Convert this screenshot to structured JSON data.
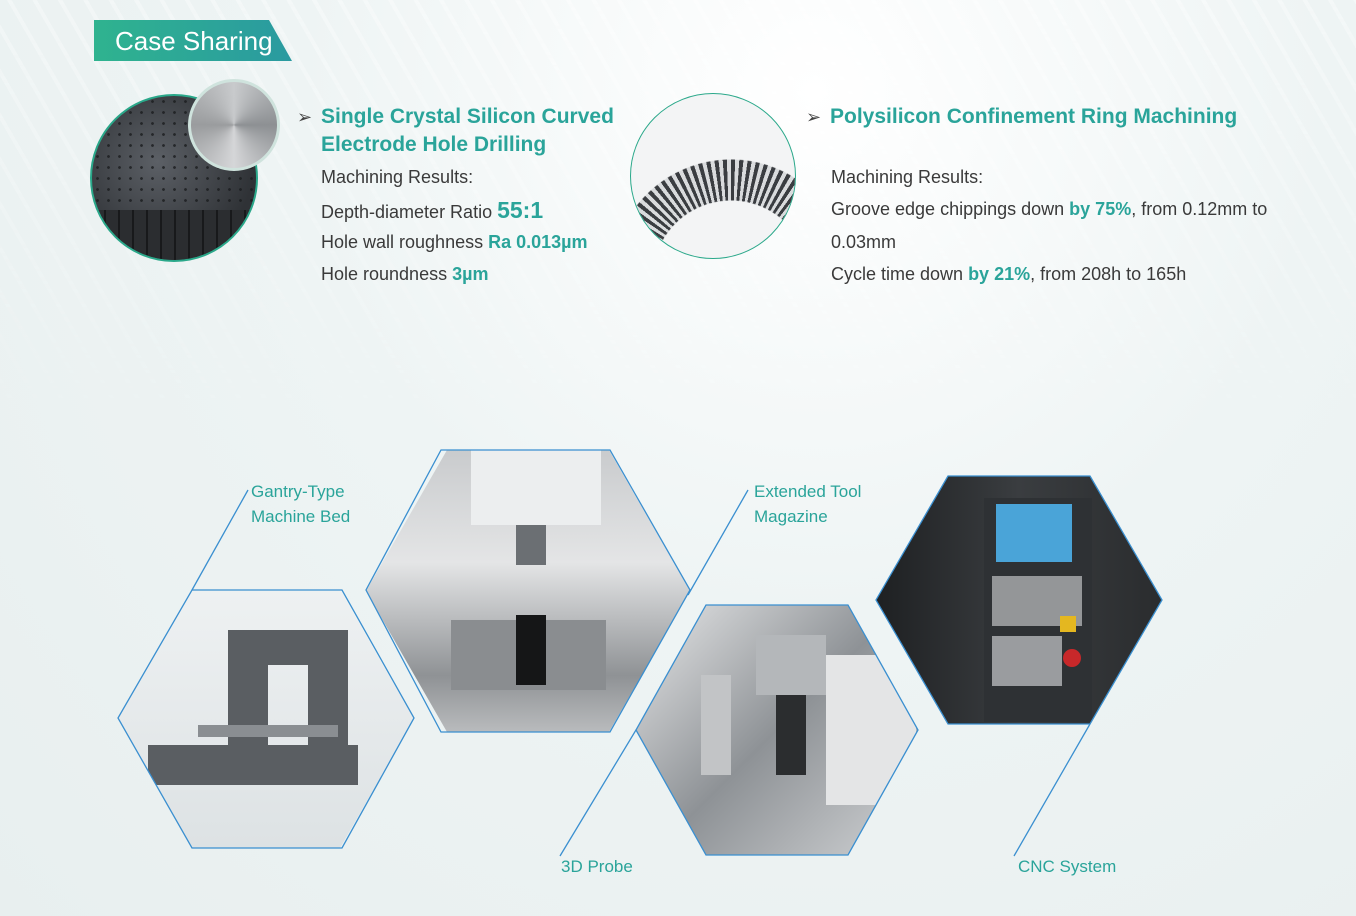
{
  "header": {
    "badge": "Case Sharing"
  },
  "cases": [
    {
      "title_line1": "Single Crystal Silicon Curved",
      "title_line2": "Electrode Hole Drilling",
      "results_label": "Machining Results:",
      "r1_text": "Depth-diameter Ratio ",
      "r1_value": "55:1",
      "r2_text": "Hole wall roughness ",
      "r2_value": "Ra 0.013µm",
      "r3_text": "Hole roundness ",
      "r3_value": "3µm"
    },
    {
      "title": "Polysilicon Confinement Ring Machining",
      "results_label": "Machining Results:",
      "r1_text": "Groove edge chippings down ",
      "r1_value": "by 75%",
      "r1_rest": ", from 0.12mm to",
      "r1_cont": "0.03mm",
      "r2_text": "Cycle time down ",
      "r2_value": "by 21%",
      "r2_rest": ", from 208h to 165h"
    }
  ],
  "features": {
    "gantry_1": "Gantry-Type",
    "gantry_2": "Machine Bed",
    "magazine_1": "Extended Tool",
    "magazine_2": "Magazine",
    "probe": "3D Probe",
    "cnc": "CNC System"
  },
  "colors": {
    "accent": "#2aa49a",
    "outline": "#3a8fd0"
  }
}
